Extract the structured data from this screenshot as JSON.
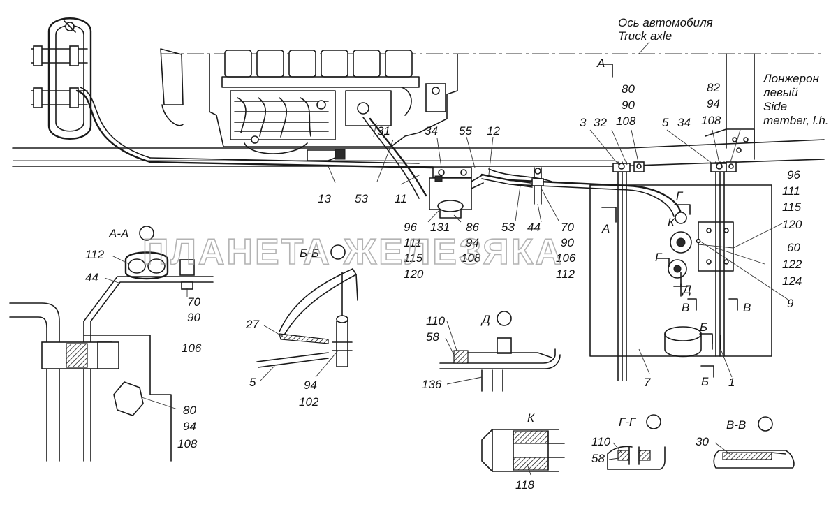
{
  "watermark": "ПЛАНЕТА ЖЕЛЕЗЯКА",
  "annotations": {
    "axis_ru": "Ось автомобиля",
    "axis_en": "Truck axle",
    "member_ru_1": "Лонжерон",
    "member_ru_2": "левый",
    "member_en_1": "Side",
    "member_en_2": "member, l.h."
  },
  "section_titles": {
    "aa": "А-А",
    "bb": "Б-Б",
    "d": "Д",
    "k": "К",
    "gg": "Г-Г",
    "vv": "В-В"
  },
  "section_marks": {
    "a_top": "А",
    "a_low": "А",
    "g_top": "Г",
    "g_low": "Г",
    "k": "К",
    "d": "Д",
    "v_left": "В",
    "v_right": "В",
    "b_top": "Б",
    "b_low": "Б"
  },
  "callouts": {
    "c80_90_108": [
      "80",
      "90",
      "108"
    ],
    "c82_94_108": [
      "82",
      "94",
      "108"
    ],
    "c3": "3",
    "c32": "32",
    "c5_top": "5",
    "c34_right": "34",
    "c31": "31",
    "c34_mid": "34",
    "c55": "55",
    "c12": "12",
    "c13": "13",
    "c53_left": "53",
    "c11": "11",
    "c96_stack": [
      "96",
      "111",
      "115",
      "120"
    ],
    "c131": "131",
    "c86_stack": [
      "86",
      "94",
      "108"
    ],
    "c53_mid": "53",
    "c44_mid": "44",
    "c70_stack": [
      "70",
      "90",
      "106",
      "112"
    ],
    "c96_right": [
      "96",
      "111",
      "115",
      "120"
    ],
    "c60_stack": [
      "60",
      "122",
      "124"
    ],
    "c9": "9",
    "c7": "7",
    "c1": "1",
    "c112": "112",
    "c44_left": "44",
    "c70_left": [
      "70",
      "90",
      "106"
    ],
    "c80_left": [
      "80",
      "94",
      "108"
    ],
    "c27": "27",
    "c5_left": "5",
    "c94_102": [
      "94",
      "102"
    ],
    "c110": "110",
    "c58": "58",
    "c136": "136",
    "c118": "118",
    "c110_gg": "110",
    "c58_gg": "58",
    "c30": "30"
  }
}
